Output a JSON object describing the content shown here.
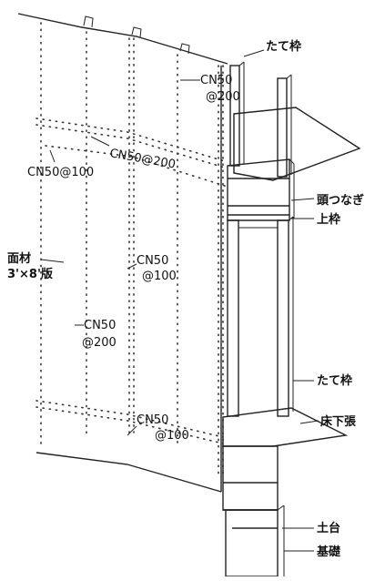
{
  "labels": {
    "stud_top": "たて枠",
    "nail_cn50_200_top": "CN50",
    "nail_at200_top": "@200",
    "nail_band_cn50_200": "CN50@200",
    "nail_cn50_100_left": "CN50@100",
    "head_tie": "頭つなぎ",
    "top_plate": "上枠",
    "panel_line1": "面材",
    "panel_line2": "3'×8'版",
    "nail_cn50_mid": "CN50",
    "nail_at100_mid": "@100",
    "nail_cn50_left": "CN50",
    "nail_at200_left": "@200",
    "stud_mid": "たて枠",
    "floor_sheathing": "床下張",
    "nail_cn50_bottom": "CN50",
    "nail_at100_bottom": "@100",
    "sill": "土台",
    "foundation": "基礎"
  }
}
